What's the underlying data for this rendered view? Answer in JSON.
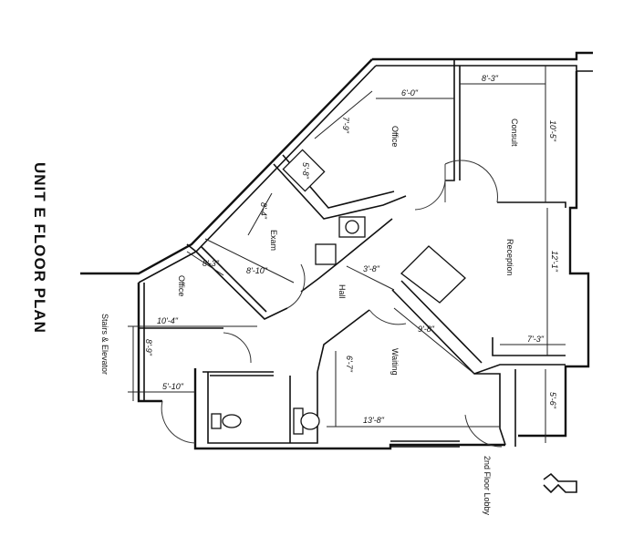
{
  "title": "UNIT E FLOOR PLAN",
  "rooms": {
    "office_top": "Office",
    "consult": "Consult",
    "reception": "Reception",
    "exam": "Exam",
    "office_left": "Office",
    "hall": "Hall",
    "waiting": "Waiting",
    "stairs": "Stairs & Elevator",
    "lobby": "2nd Floor Lobby"
  },
  "dimensions": {
    "d1": "6'-0\"",
    "d2": "8'-3\"",
    "d3": "10'-5\"",
    "d4": "7'-9\"",
    "d5": "5'-8\"",
    "d6": "8'-4\"",
    "d7": "12'-1\"",
    "d8": "8'-10\"",
    "d9": "8'-3\"",
    "d10": "3'-8\"",
    "d11": "10'-4\"",
    "d12": "9'-8\"",
    "d13": "7'-3\"",
    "d14": "8'-9\"",
    "d15": "6'-7\"",
    "d16": "5'-10\"",
    "d17": "5'-6\"",
    "d18": "13'-8\""
  }
}
